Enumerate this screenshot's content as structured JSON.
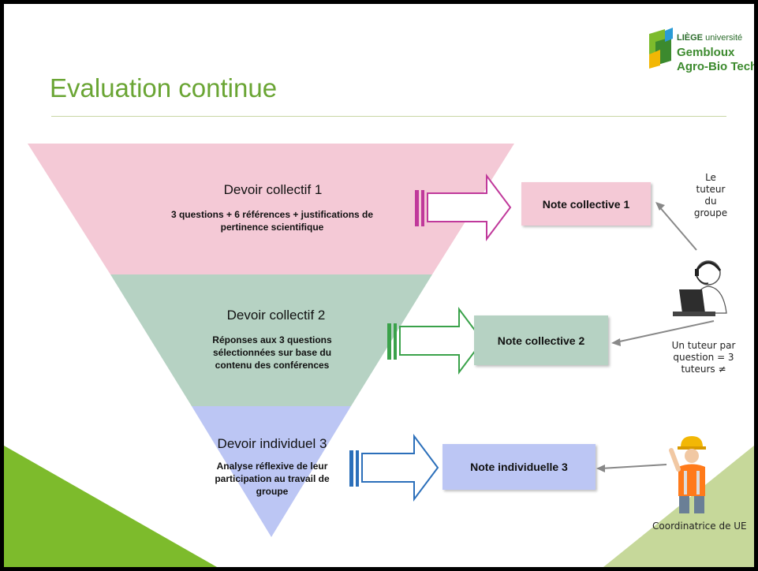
{
  "slide": {
    "title": "Evaluation continue"
  },
  "logo": {
    "line1_bold": "LIÈGE",
    "line1_rest": "université",
    "line2": "Gembloux",
    "line3": "Agro-Bio Tech"
  },
  "levels": [
    {
      "title": "Devoir collectif 1",
      "desc_lines": [
        "3 questions + 6 références + justifications de",
        "pertinence scientifique"
      ],
      "note": "Note collective 1",
      "color": "#f4c9d6",
      "arrow_color": "#c0399b"
    },
    {
      "title": "Devoir collectif 2",
      "desc_lines": [
        "Réponses aux 3 questions",
        "sélectionnées sur base du",
        "contenu des conférences"
      ],
      "note": "Note collective 2",
      "color": "#b6d2c3",
      "arrow_color": "#3aa24a"
    },
    {
      "title": "Devoir individuel 3",
      "desc_lines": [
        "Analyse réflexive de leur",
        "participation au travail de",
        "groupe"
      ],
      "note": "Note individuelle 3",
      "color": "#bcc6f4",
      "arrow_color": "#2b6fba"
    }
  ],
  "actors": {
    "tutor_label_lines": [
      "Le",
      "tuteur",
      "du",
      "groupe"
    ],
    "tutor_count_lines": [
      "Un tuteur par",
      "question = 3",
      "tuteurs ≠"
    ],
    "coordinator_label": "Coordinatrice de UE"
  },
  "colors": {
    "title_green": "#6aa534",
    "corner_green": "#7dbb2c",
    "corner_lightgreen": "#c6d89a"
  }
}
